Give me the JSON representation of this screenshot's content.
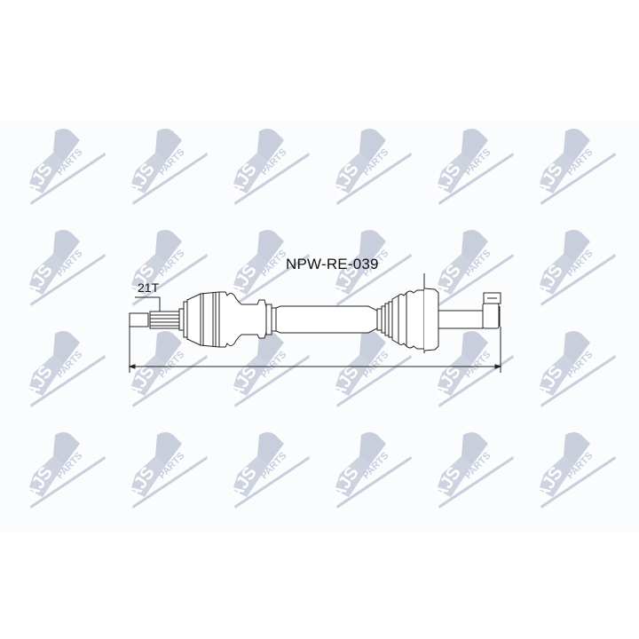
{
  "product": {
    "part_number": "NPW-RE-039",
    "spline_count_label": "21T",
    "type": "drive-shaft-technical-drawing"
  },
  "watermark": {
    "brand_text_main": "AJS",
    "brand_text_sub": "PARTS",
    "color": "#c9cedd",
    "rows_y": [
      132,
      246,
      360,
      474
    ],
    "cols_x": [
      20,
      135,
      250,
      365,
      480,
      595
    ]
  },
  "colors": {
    "background": "#ffffff",
    "panel": "#fbfcfd",
    "line": "#222222",
    "text": "#111111"
  }
}
